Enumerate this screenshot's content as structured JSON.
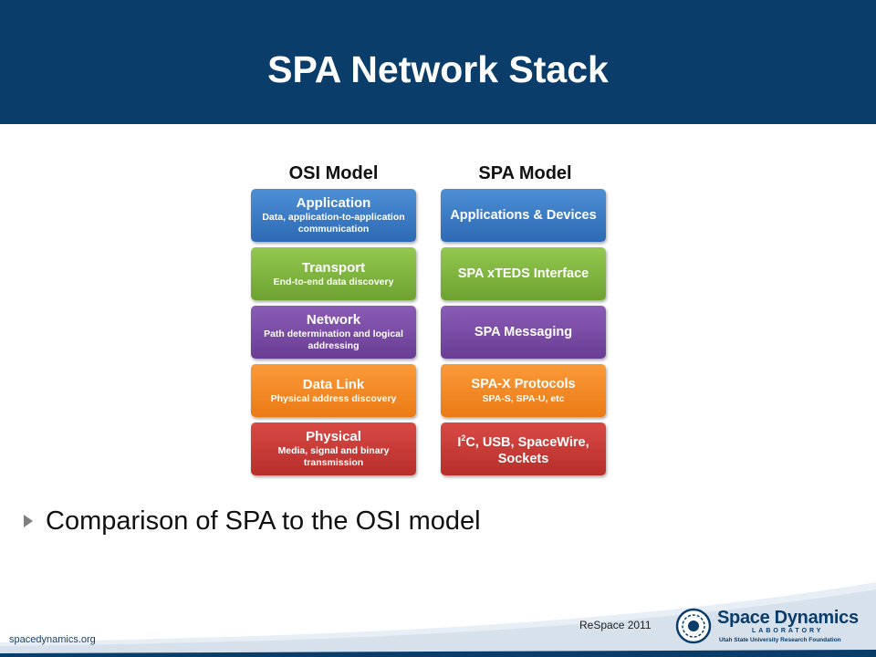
{
  "title": "SPA Network Stack",
  "diagram": {
    "osi_heading": "OSI Model",
    "spa_heading": "SPA Model",
    "osi_layers": [
      {
        "name": "Application",
        "desc": "Data, application-to-application communication",
        "color": "#3a7cc7"
      },
      {
        "name": "Transport",
        "desc": "End-to-end data discovery",
        "color": "#7fb540"
      },
      {
        "name": "Network",
        "desc": "Path determination and logical addressing",
        "color": "#7a4aa6"
      },
      {
        "name": "Data Link",
        "desc": "Physical address discovery",
        "color": "#f28a24"
      },
      {
        "name": "Physical",
        "desc": "Media, signal and binary transmission",
        "color": "#c93a36"
      }
    ],
    "spa_layers": [
      {
        "name": "Applications & Devices",
        "desc": ""
      },
      {
        "name": "SPA xTEDS Interface",
        "desc": ""
      },
      {
        "name": "SPA Messaging",
        "desc": ""
      },
      {
        "name": "SPA-X Protocols",
        "desc": "SPA-S, SPA-U, etc"
      },
      {
        "name_prefix": "I",
        "name_sup": "2",
        "name_rest": "C, USB, SpaceWire, Sockets",
        "desc": ""
      }
    ]
  },
  "bullets": [
    "Comparison of SPA to the OSI model"
  ],
  "footer": {
    "website": "spacedynamics.org",
    "event": "ReSpace 2011",
    "logo": {
      "name": "Space Dynamics",
      "sub": "LABORATORY",
      "tagline": "Utah State University Research Foundation"
    }
  },
  "colors": {
    "header": "#0b3d6b",
    "bullet": "#7f7f7f"
  }
}
